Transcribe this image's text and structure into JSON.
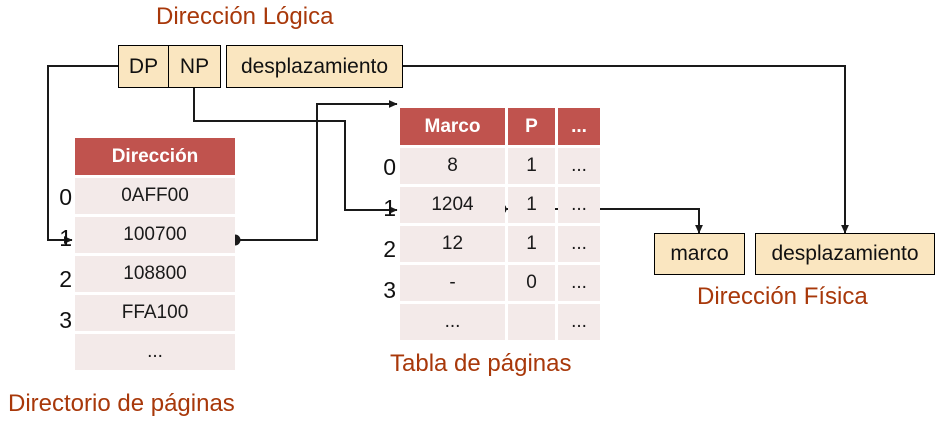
{
  "diagram": {
    "title_logical": "Dirección Lógica",
    "title_physical": "Dirección Física",
    "label_directory": "Directorio de páginas",
    "label_page_table": "Tabla de páginas",
    "colors": {
      "heading": "#a8380a",
      "box_fill": "#fae6c0",
      "header_fill": "#c0534e",
      "row_fill": "#f3eae9",
      "wire": "#1a1a1a"
    }
  },
  "logical_address": {
    "fields": [
      {
        "label": "DP"
      },
      {
        "label": "NP"
      },
      {
        "label": "desplazamiento"
      }
    ]
  },
  "physical_address": {
    "fields": [
      {
        "label": "marco"
      },
      {
        "label": "desplazamiento"
      }
    ]
  },
  "page_directory": {
    "header": "Dirección",
    "row_indices": [
      "0",
      "1",
      "2",
      "3"
    ],
    "rows": [
      {
        "address": "0AFF00"
      },
      {
        "address": "100700"
      },
      {
        "address": "108800"
      },
      {
        "address": "FFA100"
      },
      {
        "address": "..."
      }
    ]
  },
  "page_table": {
    "headers": [
      "Marco",
      "P",
      "..."
    ],
    "row_indices": [
      "0",
      "1",
      "2",
      "3"
    ],
    "rows": [
      {
        "marco": "8",
        "p": "1",
        "more": "..."
      },
      {
        "marco": "1204",
        "p": "1",
        "more": "..."
      },
      {
        "marco": "12",
        "p": "1",
        "more": "..."
      },
      {
        "marco": "-",
        "p": "0",
        "more": "..."
      },
      {
        "marco": "...",
        "p": "",
        "more": "..."
      }
    ]
  }
}
